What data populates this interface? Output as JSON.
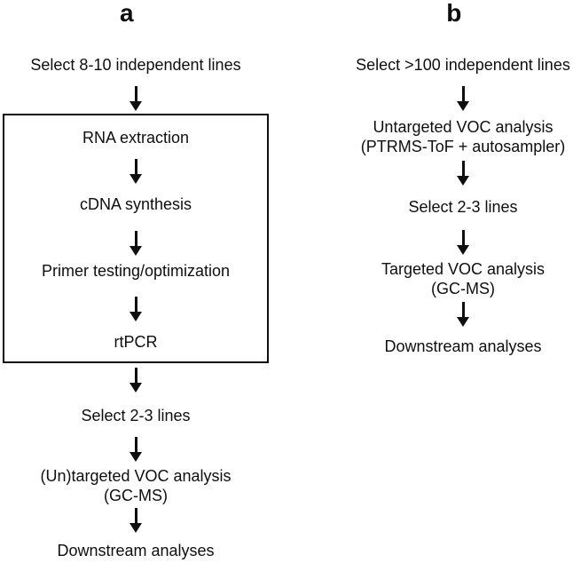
{
  "figure": {
    "background_color": "#ffffff",
    "text_color": "#0f0f0f",
    "panel_a": {
      "label": "a",
      "select_lines": "Select 8-10 independent lines",
      "box_steps": {
        "rna_extraction": "RNA extraction",
        "cdna_synthesis": "cDNA synthesis",
        "primer_testing": "Primer testing/optimization",
        "rtpcr": "rtPCR"
      },
      "select_subset": "Select 2-3 lines",
      "voc_analysis_line1": "(Un)targeted VOC analysis",
      "voc_analysis_line2": "(GC-MS)",
      "downstream": "Downstream analyses"
    },
    "panel_b": {
      "label": "b",
      "select_lines": "Select >100 independent lines",
      "untargeted_voc_line1": "Untargeted VOC analysis",
      "untargeted_voc_line2": "(PTRMS-ToF + autosampler)",
      "select_subset": "Select 2-3 lines",
      "targeted_voc_line1": "Targeted VOC analysis",
      "targeted_voc_line2": "(GC-MS)",
      "downstream": "Downstream analyses"
    }
  }
}
